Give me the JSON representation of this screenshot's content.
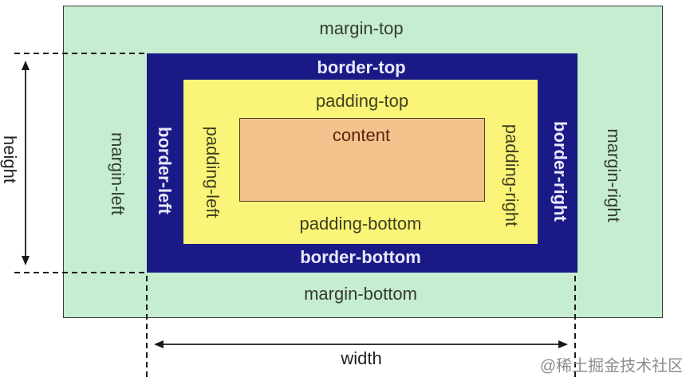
{
  "diagram": {
    "title_semantic": "CSS box model diagram",
    "margin": {
      "top": "margin-top",
      "bottom": "margin-bottom",
      "left": "margin-left",
      "right": "margin-right",
      "color": "#c7edd0",
      "text_color": "#333d33"
    },
    "border": {
      "top": "border-top",
      "bottom": "border-bottom",
      "left": "border-left",
      "right": "border-right",
      "color": "#1a1a87",
      "text_color": "#e9e9fb"
    },
    "padding": {
      "top": "padding-top",
      "bottom": "padding-bottom",
      "left": "padding-left",
      "right": "padding-right",
      "color": "#faf578",
      "text_color": "#40401f"
    },
    "content": {
      "label": "content",
      "color": "#f4c28c",
      "text_color": "#52280f"
    },
    "measurements": {
      "height_label": "height",
      "width_label": "width",
      "line_color": "#1a1a1a"
    }
  },
  "watermark": {
    "text": "@稀土掘金技术社区",
    "color": "#8d8d8d"
  }
}
